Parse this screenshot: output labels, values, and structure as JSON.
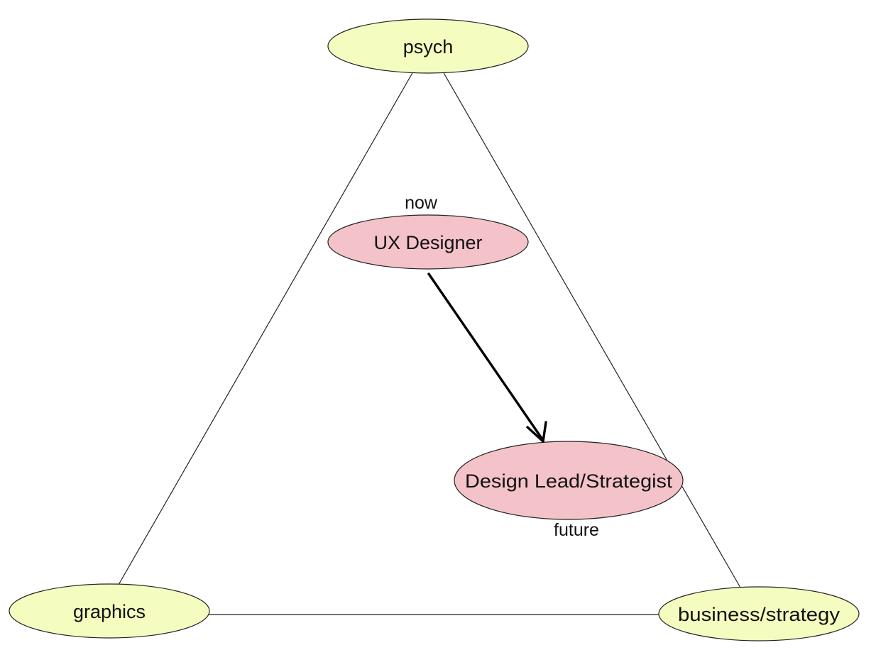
{
  "colors": {
    "corner_node_fill": "#f4fcc0",
    "role_node_fill": "#f4c2c9",
    "outline": "#222222"
  },
  "nodes": {
    "psych": "psych",
    "graphics": "graphics",
    "business": "business/strategy",
    "ux_designer": "UX Designer",
    "design_lead": "Design Lead/Strategist"
  },
  "annotations": {
    "now": "now",
    "future": "future"
  }
}
